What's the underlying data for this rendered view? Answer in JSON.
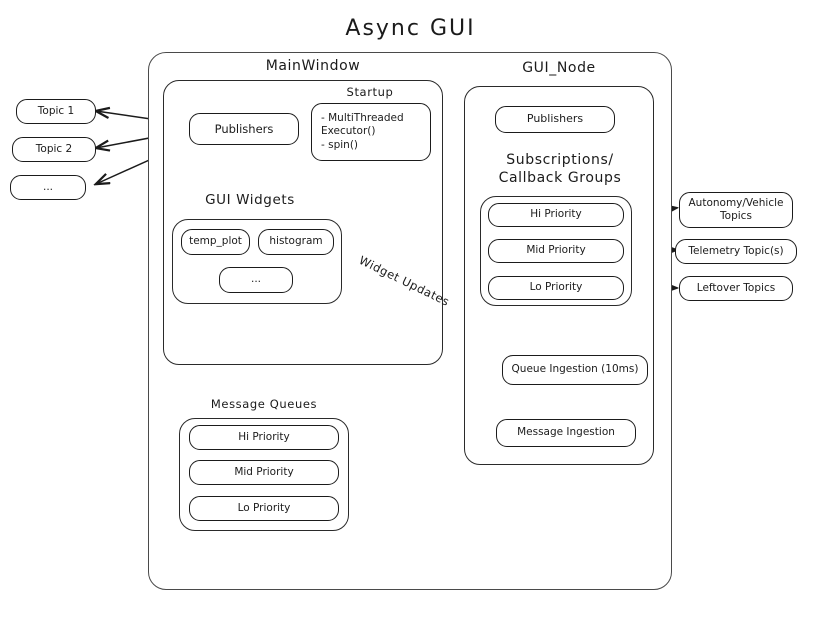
{
  "title": "Async  GUI",
  "left_topics": [
    {
      "label": "Topic 1"
    },
    {
      "label": "Topic 2"
    },
    {
      "label": "..."
    }
  ],
  "right_topics": [
    {
      "label": "Autonomy/Vehicle Topics"
    },
    {
      "label": "Telemetry Topic(s)"
    },
    {
      "label": "Leftover Topics"
    }
  ],
  "main_window": {
    "label": "MainWindow",
    "publishers": "Publishers",
    "startup": {
      "label": "Startup",
      "items": "- MultiThreaded\n   Executor()\n- spin()"
    },
    "gui_widgets": {
      "label": "GUI Widgets",
      "widgets": [
        {
          "label": "temp_plot"
        },
        {
          "label": "histogram"
        },
        {
          "label": "..."
        }
      ]
    }
  },
  "gui_node": {
    "label": "GUI_Node",
    "publishers": "Publishers",
    "subscriptions": {
      "label": "Subscriptions/\nCallback Groups",
      "priorities": [
        {
          "label": "Hi Priority"
        },
        {
          "label": "Mid Priority"
        },
        {
          "label": "Lo Priority"
        }
      ]
    },
    "queue_ingestion": "Queue Ingestion (10ms)",
    "message_ingestion": "Message Ingestion"
  },
  "message_queues": {
    "label": "Message Queues",
    "priorities": [
      {
        "label": "Hi Priority"
      },
      {
        "label": "Mid Priority"
      },
      {
        "label": "Lo Priority"
      }
    ]
  },
  "annotations": {
    "widget_updates": "Widget Updates"
  },
  "colors": {
    "stroke": "#1b1b1b",
    "background": "#ffffff"
  }
}
